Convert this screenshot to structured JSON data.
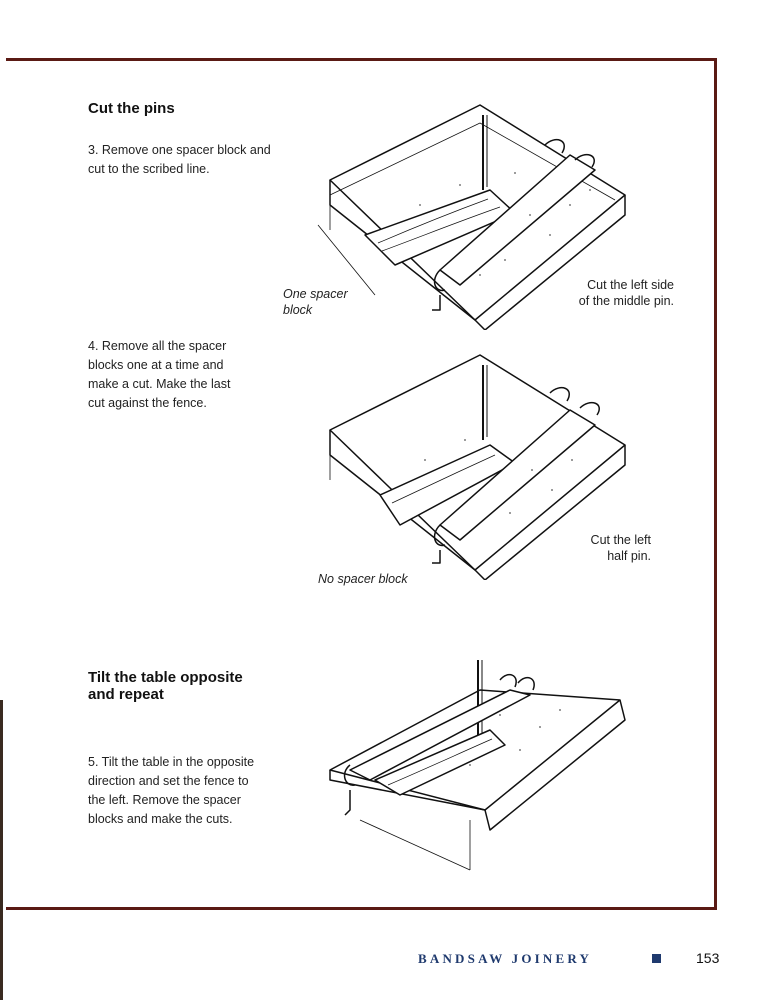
{
  "section1": {
    "heading": "Cut the pins",
    "step3": {
      "line1": "3. Remove one spacer block and",
      "line2": "cut to the scribed line."
    },
    "figure1": {
      "left_caption": {
        "line1": "One spacer",
        "line2": "block"
      },
      "right_caption": {
        "line1": "Cut the left side",
        "line2": "of the middle pin."
      }
    },
    "step4": {
      "line1": "4. Remove all the spacer",
      "line2": "blocks one at a time and",
      "line3": "make a cut. Make the last",
      "line4": "cut against the fence."
    },
    "figure2": {
      "bottom_caption": "No spacer block",
      "right_caption": {
        "line1": "Cut the left",
        "line2": "half pin."
      }
    }
  },
  "section2": {
    "heading": {
      "line1": "Tilt the table opposite",
      "line2": "and repeat"
    },
    "step5": {
      "line1": "5. Tilt the table in the opposite",
      "line2": "direction and set the fence to",
      "line3": "the left. Remove the spacer",
      "line4": "blocks and make the cuts."
    }
  },
  "footer": {
    "title": "BANDSAW JOINERY",
    "page_number": "153"
  },
  "colors": {
    "frame": "#5a1a14",
    "footer_accent": "#1f3a6e"
  }
}
